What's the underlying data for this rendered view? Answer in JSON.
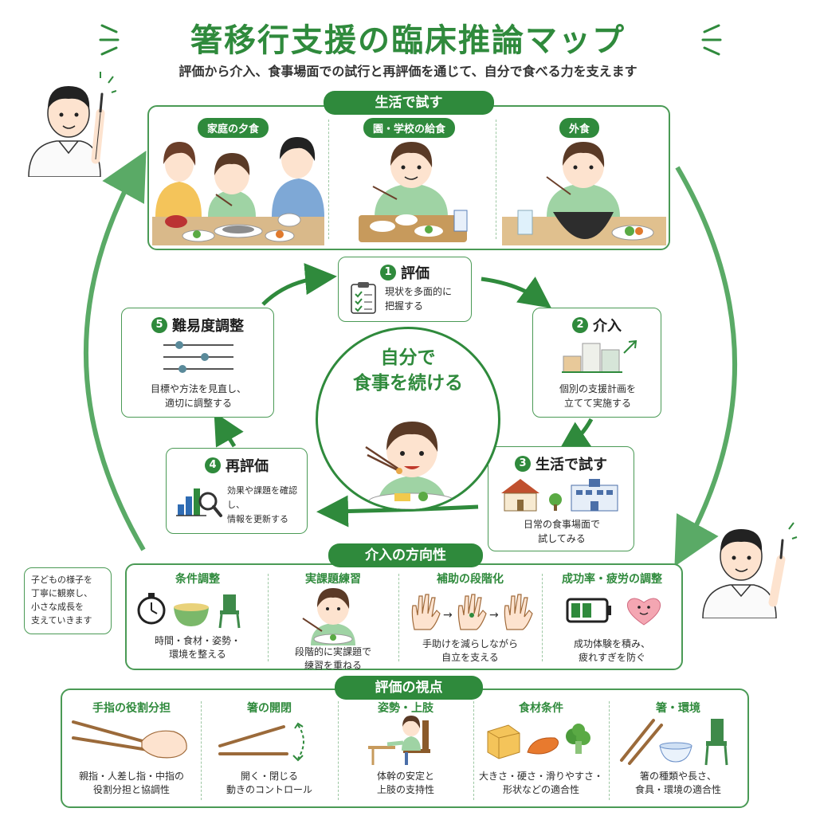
{
  "title": "箸移行支援の臨床推論マップ",
  "subtitle": "評価から介入、食事場面での試行と再評価を通じて、自分で食べる力を支えます",
  "life_trial": {
    "label": "生活で試す",
    "scenes": [
      {
        "label": "家庭の夕食"
      },
      {
        "label": "園・学校の給食"
      },
      {
        "label": "外食"
      }
    ]
  },
  "center": {
    "line1": "自分で",
    "line2": "食事を続ける"
  },
  "cycle": [
    {
      "num": "1",
      "title": "評価",
      "text1": "現状を多面的に",
      "text2": "把握する"
    },
    {
      "num": "2",
      "title": "介入",
      "text1": "個別の支援計画を",
      "text2": "立てて実施する"
    },
    {
      "num": "3",
      "title": "生活で試す",
      "text1": "日常の食事場面で",
      "text2": "試してみる"
    },
    {
      "num": "4",
      "title": "再評価",
      "text1": "効果や課題を確認し、",
      "text2": "情報を更新する"
    },
    {
      "num": "5",
      "title": "難易度調整",
      "text1": "目標や方法を見直し、",
      "text2": "適切に調整する"
    }
  ],
  "direction": {
    "label": "介入の方向性",
    "items": [
      {
        "title": "条件調整",
        "text1": "時間・食材・姿勢・",
        "text2": "環境を整える"
      },
      {
        "title": "実課題練習",
        "text1": "段階的に実課題で",
        "text2": "練習を重ねる"
      },
      {
        "title": "補助の段階化",
        "text1": "手助けを減らしながら",
        "text2": "自立を支える"
      },
      {
        "title": "成功率・疲労の調整",
        "text1": "成功体験を積み、",
        "text2": "疲れすぎを防ぐ"
      }
    ]
  },
  "bubble": {
    "line1": "子どもの様子を",
    "line2": "丁寧に観察し、",
    "line3": "小さな成長を",
    "line4": "支えていきます"
  },
  "viewpoint": {
    "label": "評価の視点",
    "items": [
      {
        "title": "手指の役割分担",
        "text1": "親指・人差し指・中指の",
        "text2": "役割分担と協調性"
      },
      {
        "title": "箸の開閉",
        "text1": "開く・閉じる",
        "text2": "動きのコントロール"
      },
      {
        "title": "姿勢・上肢",
        "text1": "体幹の安定と",
        "text2": "上肢の支持性"
      },
      {
        "title": "食材条件",
        "text1": "大きさ・硬さ・滑りやすさ・",
        "text2": "形状などの適合性"
      },
      {
        "title": "箸・環境",
        "text1": "箸の種類や長さ、",
        "text2": "食具・環境の適合性"
      }
    ]
  },
  "colors": {
    "accent": "#2f8a3c",
    "arrow": "#5aaa66",
    "light": "#eaf5ec"
  }
}
